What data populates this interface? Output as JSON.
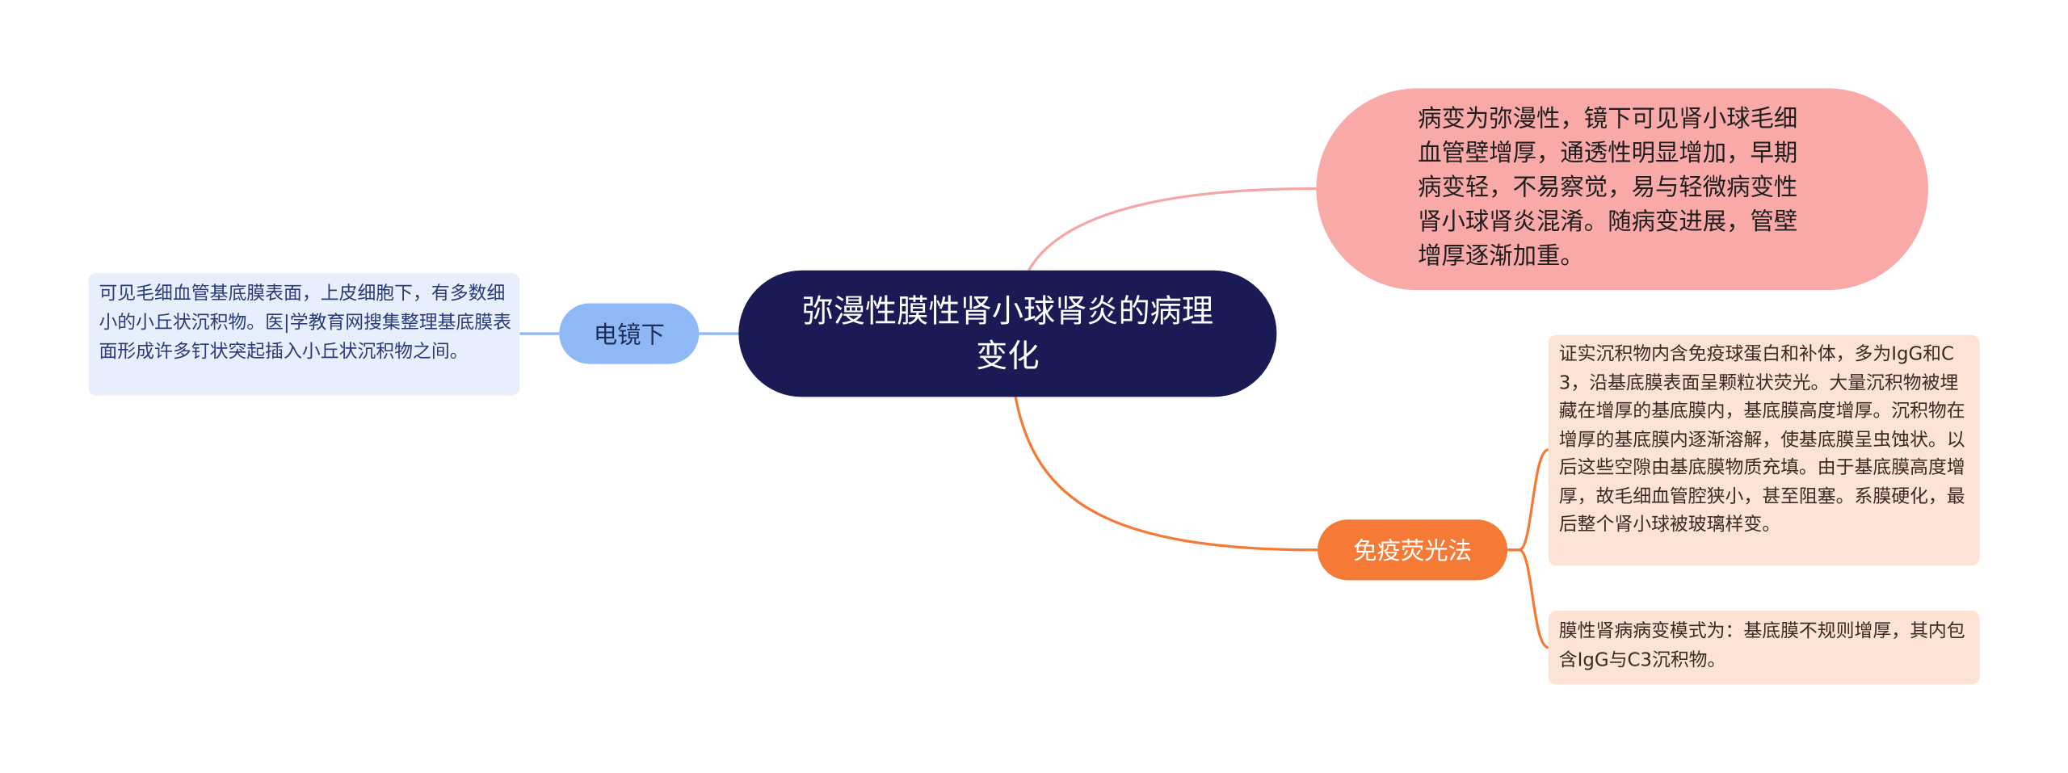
{
  "root": {
    "title": "弥漫性膜性肾小球肾炎的病理变化"
  },
  "branches": {
    "pathology": {
      "text": "病变为弥漫性，镜下可见肾小球毛细血管壁增厚，通透性明显增加，早期病变轻，不易察觉，易与轻微病变性肾小球肾炎混淆。随病变进展，管壁增厚逐渐加重。",
      "color": "#f8a9a8"
    },
    "electron_microscope": {
      "label": "电镜下",
      "color": "#8fb8f6",
      "detail": "可见毛细血管基底膜表面，上皮细胞下，有多数细小的小丘状沉积物。医|学教育网搜集整理基底膜表面形成许多钉状突起插入小丘状沉积物之间。"
    },
    "immunofluorescence": {
      "label": "免疫荧光法",
      "color": "#f47a35",
      "details": [
        "证实沉积物内含免疫球蛋白和补体，多为IgG和C3，沿基底膜表面呈颗粒状荧光。大量沉积物被埋藏在增厚的基底膜内，基底膜高度增厚。沉积物在增厚的基底膜内逐渐溶解，使基底膜呈虫蚀状。以后这些空隙由基底膜物质充填。由于基底膜高度增厚，故毛细血管腔狭小，甚至阻塞。系膜硬化，最后整个肾小球被玻璃样变。",
        "膜性肾病病变模式为：基底膜不规则增厚，其内包含IgG与C3沉积物。"
      ]
    }
  },
  "colors": {
    "root": "#1a1a55",
    "pink_link": "#f4a7a6",
    "blue_link": "#8fb8f6",
    "orange_link": "#f47a35"
  }
}
